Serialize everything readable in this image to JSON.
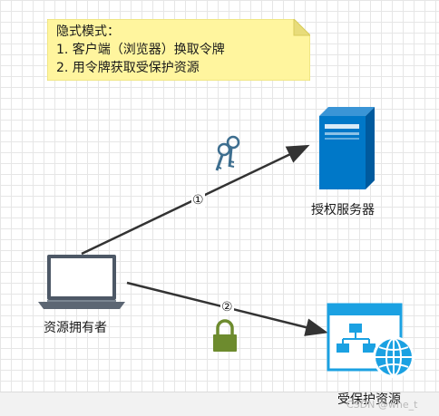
{
  "note": {
    "title": "隐式模式：",
    "line1": "1.  客户端（浏览器）换取令牌",
    "line2": "2.  用令牌获取受保护资源",
    "fill": "#fff59e"
  },
  "nodes": {
    "auth_server": "授权服务器",
    "resource_owner": "资源拥有者",
    "protected_resource": "受保护资源"
  },
  "steps": {
    "one": "①",
    "two": "②"
  },
  "watermark": "CSDN @whe_t",
  "colors": {
    "server_blue": "#0078c8",
    "resource_blue": "#1ba1e2",
    "lock_green": "#6d8b2e",
    "key_blue": "#3d6e8f",
    "arrow": "#333333"
  }
}
